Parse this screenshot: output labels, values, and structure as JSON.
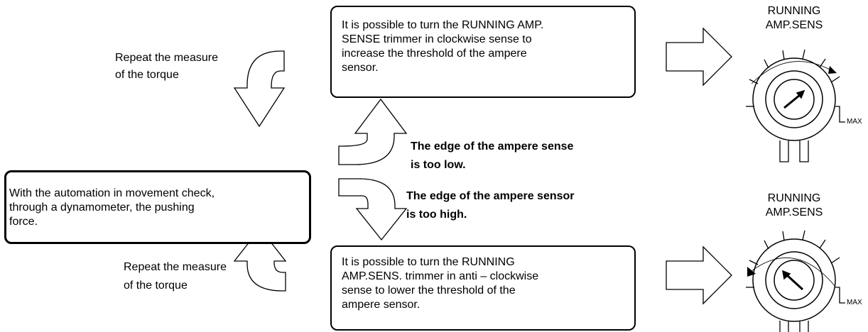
{
  "main_box": {
    "lines": [
      "With the automation in movement check,",
      "through  a  dynamometer,  the  pushing",
      "force."
    ]
  },
  "top_box": {
    "lines": [
      "It is possible to turn the RUNNING AMP.",
      "SENSE  trimmer in clockwise sense to",
      "increase  the  threshold  of  the  ampere",
      "sensor."
    ]
  },
  "bottom_box": {
    "lines": [
      "It  is  possible  to  turn  the    RUNNING",
      "AMP.SENS. trimmer in anti – clockwise",
      "sense  to  lower  the  threshold  of  the",
      "ampere sensor."
    ]
  },
  "repeat_top": {
    "lines": [
      "Repeat the measure",
      "of the torque"
    ]
  },
  "repeat_bottom": {
    "lines": [
      "Repeat the measure",
      "of the torque"
    ]
  },
  "condition_low": {
    "lines": [
      "The edge of the ampere sense",
      "is too low."
    ]
  },
  "condition_high": {
    "lines": [
      "The edge of the ampere sensor",
      "is too high."
    ]
  },
  "knob_top": {
    "title_lines": [
      "RUNNING",
      "AMP.SENS"
    ],
    "max_label": "MAX",
    "direction": "clockwise"
  },
  "knob_bottom": {
    "title_lines": [
      "RUNNING",
      "AMP.SENS"
    ],
    "max_label": "MAX",
    "direction": "anti-clockwise"
  },
  "icons": [
    "curved-arrow-icon",
    "right-arrow-icon",
    "trimmer-knob-icon"
  ]
}
